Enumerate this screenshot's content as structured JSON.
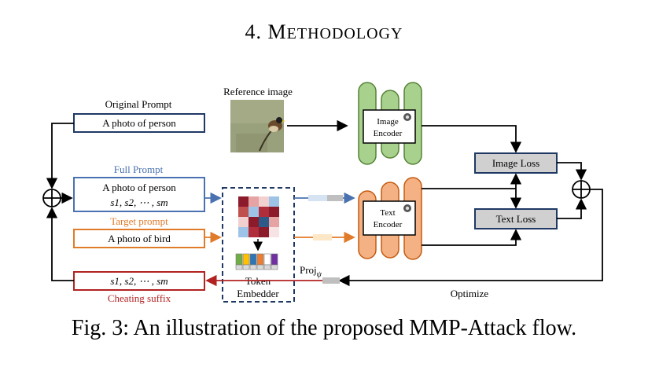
{
  "section": {
    "number": "4.",
    "title_first": "M",
    "title_rest": "ETHODOLOGY"
  },
  "diagram": {
    "original_prompt_label": "Original Prompt",
    "original_prompt_text": "A photo of person",
    "reference_image_label": "Reference image",
    "full_prompt_label": "Full Prompt",
    "full_prompt_line1": "A photo of person",
    "full_prompt_line2": "s1, s2, ⋯ , sm",
    "target_prompt_label": "Target prompt",
    "target_prompt_text": "A photo of bird",
    "cheating_suffix_text": "s1, s2, ⋯ , sm",
    "cheating_suffix_label": "Cheating suffix",
    "token_embedder_line1": "Token",
    "token_embedder_line2": "Embedder",
    "image_encoder_line1": "Image",
    "image_encoder_line2": "Encoder",
    "text_encoder_line1": "Text",
    "text_encoder_line2": "Encoder",
    "image_loss_label": "Image Loss",
    "text_loss_label": "Text Loss",
    "proj_label": "Proj",
    "proj_sub": "ψ",
    "optimize_label": "Optimize"
  },
  "colors": {
    "navy": "#1f3864",
    "blue": "#4a72b0",
    "orange": "#e07b2a",
    "dark_red": "#b22222",
    "green_encoder": "#a9d18e",
    "orange_encoder": "#f4b183",
    "loss_box": "#d0d0d0"
  },
  "caption": "Fig. 3: An illustration of the proposed MMP-Attack flow."
}
